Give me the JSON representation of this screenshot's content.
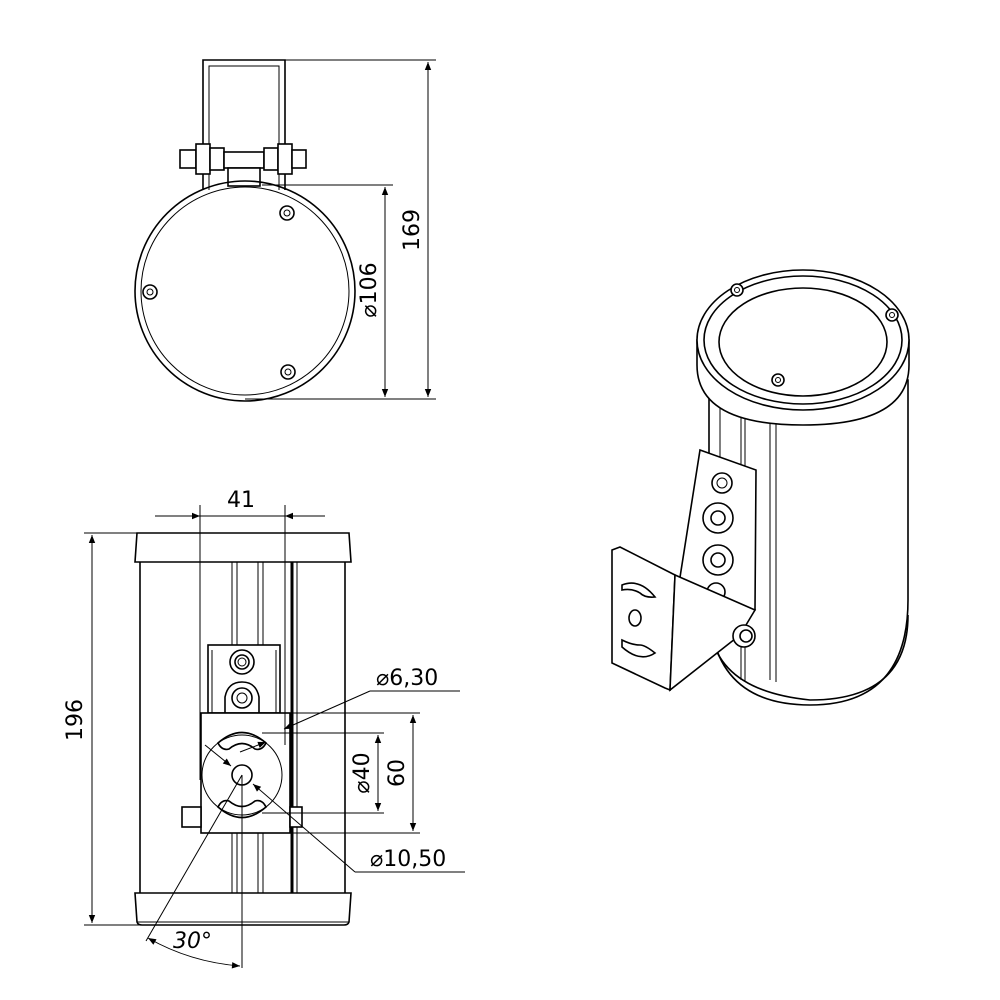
{
  "drawing": {
    "top_view": {
      "height_dim": "169",
      "diameter_dim": "⌀106"
    },
    "front_view": {
      "width_dim": "41",
      "height_dim": "196",
      "small_hole_dim": "⌀6,30",
      "bolt_circle_dim": "⌀40",
      "plate_height_dim": "60",
      "center_hole_dim": "⌀10,50",
      "angle_dim": "30°"
    },
    "colors": {
      "line": "#000000",
      "background": "#ffffff"
    }
  }
}
